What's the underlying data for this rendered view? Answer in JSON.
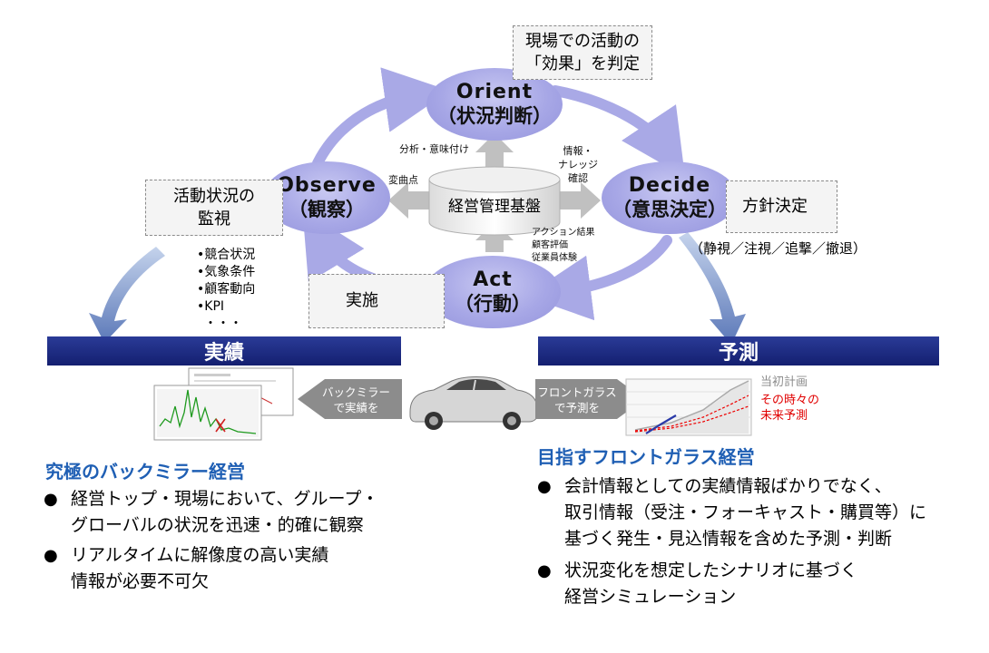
{
  "cycle": {
    "orient": {
      "en": "Orient",
      "ja": "（状況判断）"
    },
    "decide": {
      "en": "Decide",
      "ja": "（意思決定）"
    },
    "act": {
      "en": "Act",
      "ja": "（行動）"
    },
    "observe": {
      "en": "Observe",
      "ja": "（観察）"
    },
    "center": "経営管理基盤",
    "orient_note": [
      "現場での活動の",
      "「効果」を判定"
    ],
    "observe_note": [
      "活動状況の",
      "監視"
    ],
    "decide_note": "方針決定",
    "act_note": "実施",
    "decide_options": "（静視／注視／追撃／撤退）",
    "label_up": "分析・意味付け",
    "label_left": "変曲点",
    "label_right": [
      "情報・",
      "ナレッジ",
      "確認"
    ],
    "label_down": [
      "アクション結果",
      "顧客評価",
      "従業員体験"
    ],
    "observe_items": [
      "•競合状況",
      "•気象条件",
      "•顧客動向",
      "•KPI",
      "・・・"
    ]
  },
  "bands": {
    "left": "実績",
    "right": "予測"
  },
  "mirror": {
    "back_label": [
      "バックミラー",
      "で実績を"
    ],
    "front_label": [
      "フロントガラス",
      "で予測を"
    ]
  },
  "forecast_legend": {
    "plan": "当初計画",
    "current": [
      "その時々の",
      "未来予測"
    ]
  },
  "colors": {
    "band": "#141f70",
    "node": "#a7a7e6",
    "heading": "#1f5fb4",
    "forecast": "#e00000"
  },
  "left_section": {
    "heading": "究極のバックミラー経営",
    "bullets": [
      [
        "経営トップ・現場において、グループ・",
        "グローバルの状況を迅速・的確に観察"
      ],
      [
        "リアルタイムに解像度の高い実績",
        "情報が必要不可欠"
      ]
    ]
  },
  "right_section": {
    "heading": "目指すフロントガラス経営",
    "bullets": [
      [
        "会計情報としての実績情報ばかりでなく、",
        "取引情報（受注・フォーキャスト・購買等）に",
        "基づく発生・見込情報を含めた予測・判断"
      ],
      [
        "状況変化を想定したシナリオに基づく",
        "経営シミュレーション"
      ]
    ]
  }
}
